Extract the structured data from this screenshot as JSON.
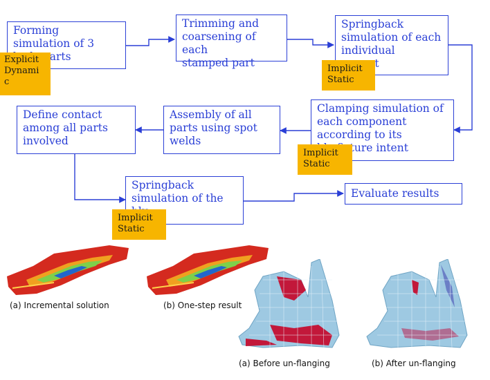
{
  "flow": {
    "forming": "Forming\nsimulation of 3\n   body parts",
    "trimming": "Trimming and\ncoarsening of each\nstamped part",
    "springback_individual": "Springback\nsimulation of each\nindividual\n          ponent",
    "clamping": "Clamping simulation of\neach component\naccording to its\n       bly fixture intent",
    "assembly": "Assembly of all\nparts using spot\nwelds",
    "contact": "Define contact\namong all parts\ninvolved",
    "springback_assembly": "Springback\nsimulation of the\n           bly",
    "evaluate": "Evaluate results"
  },
  "tags": {
    "explicit": "Explicit\nDynami\nc",
    "implicit_1": "Implicit\nStatic",
    "implicit_2": "Implicit\nStatic",
    "implicit_3": "Implicit\nStatic"
  },
  "captions": {
    "incremental": "(a) Incremental solution",
    "one_step": "(b) One-step result",
    "before": "(a) Before un-flanging",
    "after": "(b) After un-flanging"
  },
  "colors": {
    "box_border": "#2a3fd6",
    "tag_fill": "#f7b500",
    "part_red": "#d42a1f",
    "part_blue": "#9ec9e2"
  }
}
